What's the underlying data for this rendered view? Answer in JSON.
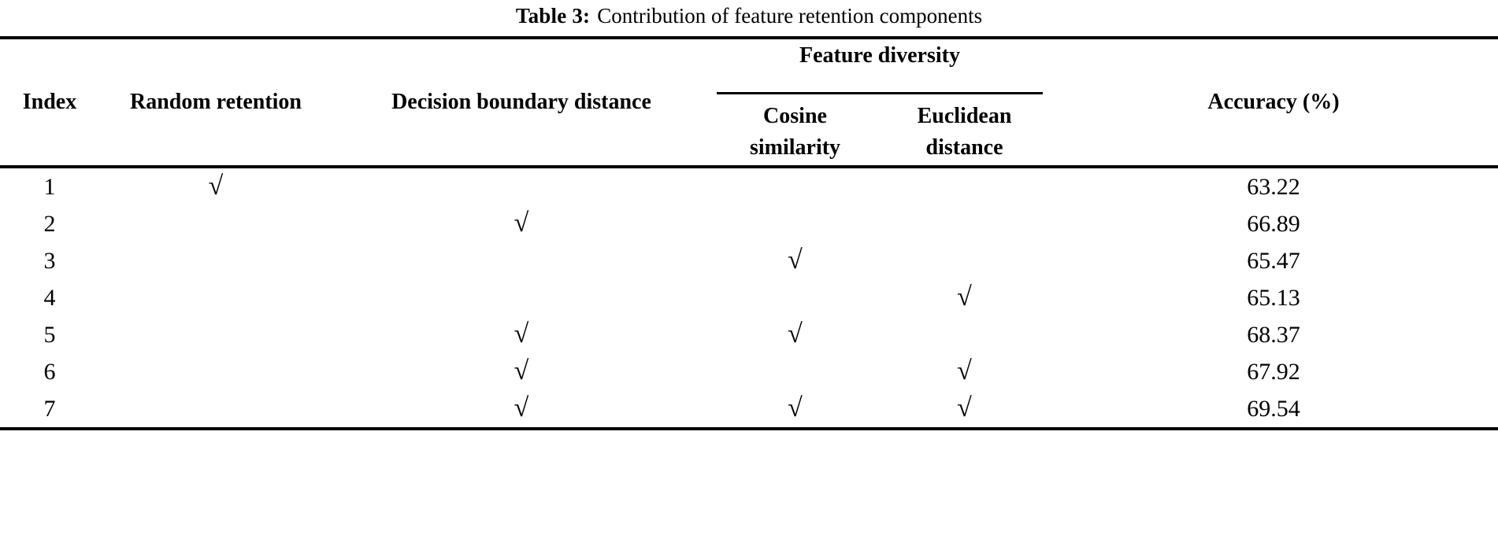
{
  "caption": {
    "label": "Table 3:",
    "text": "Contribution of feature retention components"
  },
  "table": {
    "columns": {
      "index": "Index",
      "random_retention": "Random retention",
      "decision_boundary_distance": "Decision boundary distance",
      "feature_diversity_group": "Feature diversity",
      "cosine_similarity_line1": "Cosine",
      "cosine_similarity_line2": "similarity",
      "euclidean_distance_line1": "Euclidean",
      "euclidean_distance_line2": "distance",
      "accuracy": "Accuracy (%)"
    },
    "check_glyph": "√",
    "rows": [
      {
        "index": "1",
        "random": true,
        "decision": false,
        "cosine": false,
        "euclidean": false,
        "accuracy": "63.22"
      },
      {
        "index": "2",
        "random": false,
        "decision": true,
        "cosine": false,
        "euclidean": false,
        "accuracy": "66.89"
      },
      {
        "index": "3",
        "random": false,
        "decision": false,
        "cosine": true,
        "euclidean": false,
        "accuracy": "65.47"
      },
      {
        "index": "4",
        "random": false,
        "decision": false,
        "cosine": false,
        "euclidean": true,
        "accuracy": "65.13"
      },
      {
        "index": "5",
        "random": false,
        "decision": true,
        "cosine": true,
        "euclidean": false,
        "accuracy": "68.37"
      },
      {
        "index": "6",
        "random": false,
        "decision": true,
        "cosine": false,
        "euclidean": true,
        "accuracy": "67.92"
      },
      {
        "index": "7",
        "random": false,
        "decision": true,
        "cosine": true,
        "euclidean": true,
        "accuracy": "69.54"
      }
    ]
  },
  "chart_data": {
    "type": "table",
    "title": "Contribution of feature retention components",
    "columns": [
      "Index",
      "Random retention",
      "Decision boundary distance",
      "Cosine similarity",
      "Euclidean distance",
      "Accuracy (%)"
    ],
    "column_groups": [
      {
        "label": "Feature diversity",
        "spans": [
          "Cosine similarity",
          "Euclidean distance"
        ]
      }
    ],
    "rows": [
      [
        "1",
        "√",
        "",
        "",
        "",
        "63.22"
      ],
      [
        "2",
        "",
        "√",
        "",
        "",
        "66.89"
      ],
      [
        "3",
        "",
        "",
        "√",
        "",
        "65.47"
      ],
      [
        "4",
        "",
        "",
        "",
        "√",
        "65.13"
      ],
      [
        "5",
        "",
        "√",
        "√",
        "",
        "68.37"
      ],
      [
        "6",
        "",
        "√",
        "",
        "√",
        "67.92"
      ],
      [
        "7",
        "",
        "√",
        "√",
        "√",
        "69.54"
      ]
    ],
    "values": [
      63.22,
      66.89,
      65.47,
      65.13,
      68.37,
      67.92,
      69.54
    ],
    "categories": [
      "1",
      "2",
      "3",
      "4",
      "5",
      "6",
      "7"
    ],
    "ylabel": "Accuracy (%)",
    "xlabel": "Index"
  }
}
